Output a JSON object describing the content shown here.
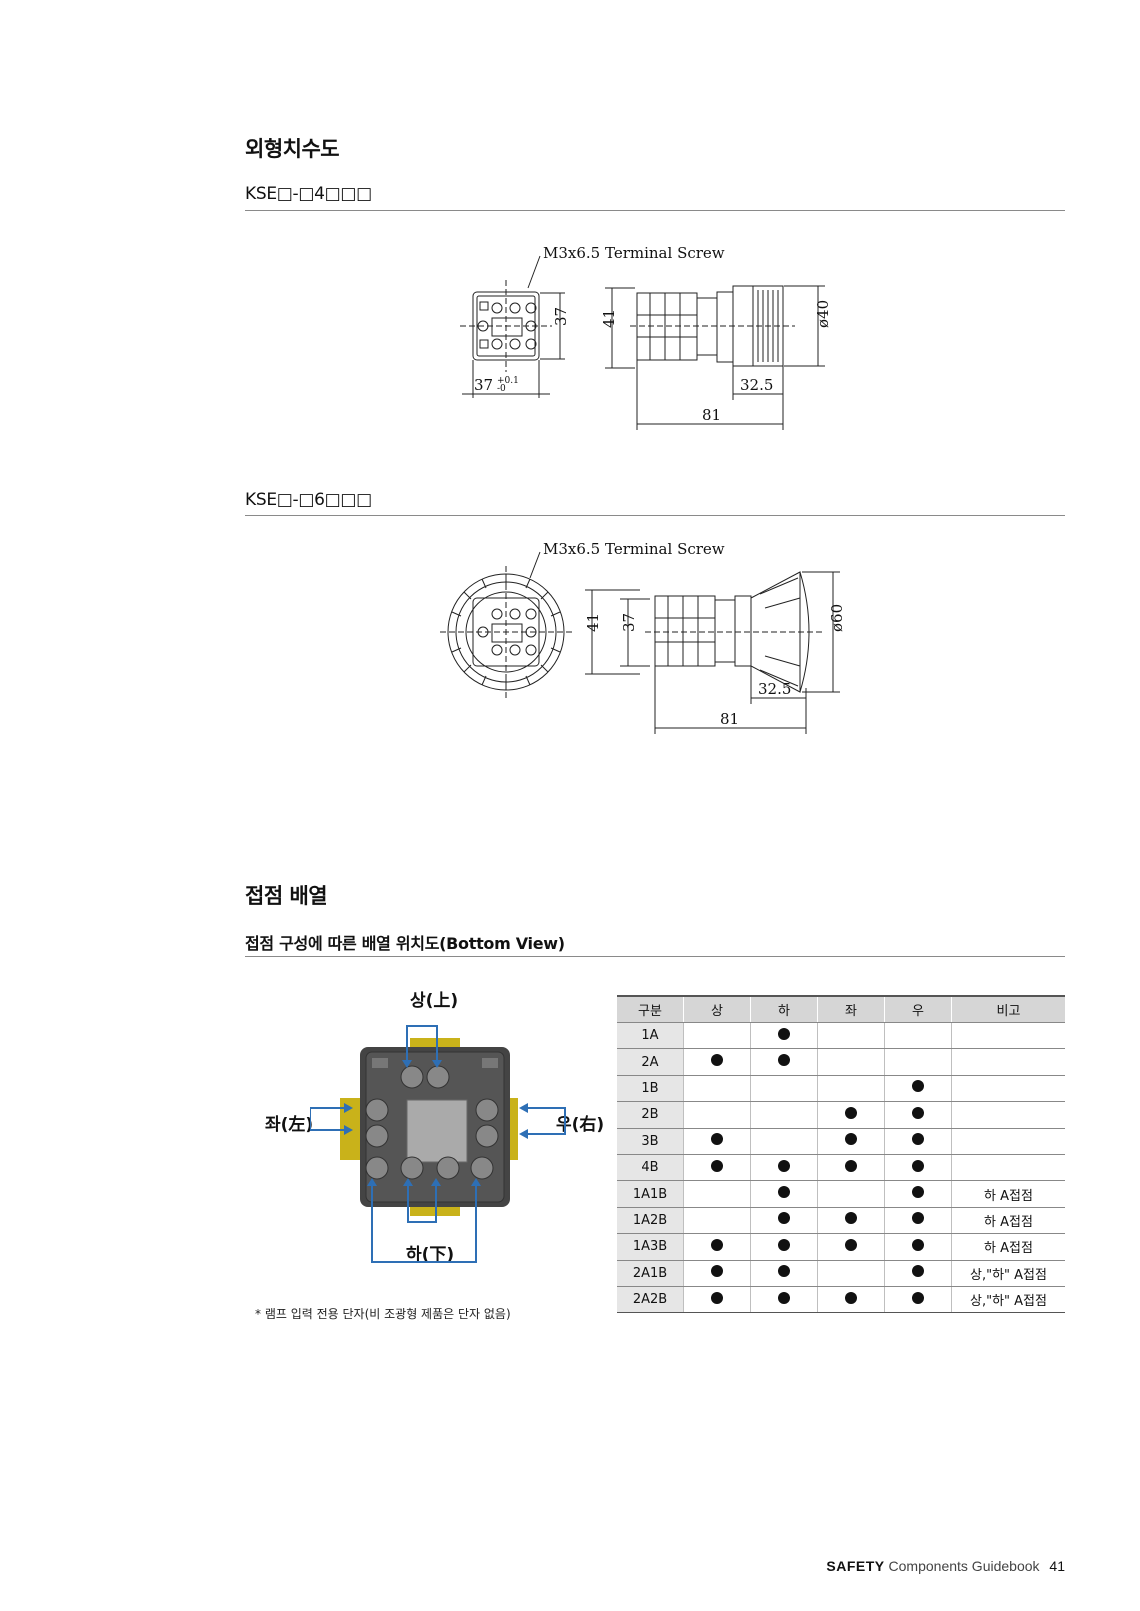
{
  "section1": {
    "title": "외형치수도",
    "model4": "KSE□-□4□□□",
    "model6": "KSE□-□6□□□"
  },
  "drawing4": {
    "screw": "M3x6.5 Terminal Screw",
    "dim_37": "37",
    "dim_41": "41",
    "dim_bottom": "37",
    "tol_upper": "+0.1",
    "tol_lower": "-0",
    "dim_325": "32.5",
    "dim_81": "81",
    "dim_dia": "ø40"
  },
  "drawing6": {
    "screw": "M3x6.5 Terminal Screw",
    "dim_41": "41",
    "dim_37": "37",
    "dim_325": "32.5",
    "dim_81": "81",
    "dim_dia": "ø60"
  },
  "section2": {
    "title": "접점 배열",
    "subtitle": "접점 구성에 따른 배열 위치도(Bottom View)"
  },
  "bottom_view": {
    "top": "상(上)",
    "bottom": "하(下)",
    "left": "좌(左)",
    "right": "우(右)",
    "note": "* 램프 입력 전용 단자(비 조광형 제품은 단자 없음)"
  },
  "table": {
    "headers": [
      "구분",
      "상",
      "하",
      "좌",
      "우",
      "비고"
    ],
    "rows": [
      {
        "name": "1A",
        "cells": [
          false,
          true,
          false,
          false
        ],
        "note": ""
      },
      {
        "name": "2A",
        "cells": [
          true,
          true,
          false,
          false
        ],
        "note": ""
      },
      {
        "name": "1B",
        "cells": [
          false,
          false,
          false,
          true
        ],
        "note": ""
      },
      {
        "name": "2B",
        "cells": [
          false,
          false,
          true,
          true
        ],
        "note": ""
      },
      {
        "name": "3B",
        "cells": [
          true,
          false,
          true,
          true
        ],
        "note": ""
      },
      {
        "name": "4B",
        "cells": [
          true,
          true,
          true,
          true
        ],
        "note": ""
      },
      {
        "name": "1A1B",
        "cells": [
          false,
          true,
          false,
          true
        ],
        "note": "하 A접점"
      },
      {
        "name": "1A2B",
        "cells": [
          false,
          true,
          true,
          true
        ],
        "note": "하 A접점"
      },
      {
        "name": "1A3B",
        "cells": [
          true,
          true,
          true,
          true
        ],
        "note": "하 A접점"
      },
      {
        "name": "2A1B",
        "cells": [
          true,
          true,
          false,
          true
        ],
        "note": "상,\"하\" A접점"
      },
      {
        "name": "2A2B",
        "cells": [
          true,
          true,
          true,
          true
        ],
        "note": "상,\"하\" A접점"
      }
    ]
  },
  "footer": {
    "brand": "SAFETY",
    "text": "Components Guidebook",
    "page": "41"
  }
}
